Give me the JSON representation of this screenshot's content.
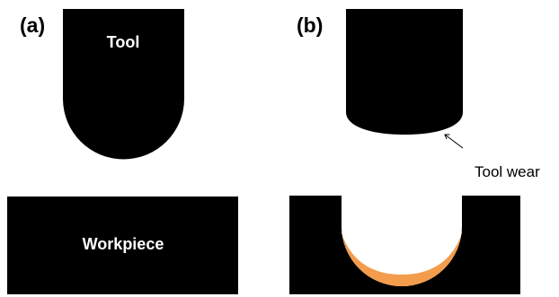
{
  "panel_a": {
    "label": "(a)",
    "tool_label": "Tool",
    "workpiece_label": "Workpiece"
  },
  "panel_b": {
    "label": "(b)",
    "wear_label": "Tool wear"
  },
  "colors": {
    "tool": "#000000",
    "workpiece": "#000000",
    "groove": "#ffffff",
    "wear_region": "#f39c4c",
    "shape_text": "#ffffff",
    "label_text": "#000000"
  }
}
